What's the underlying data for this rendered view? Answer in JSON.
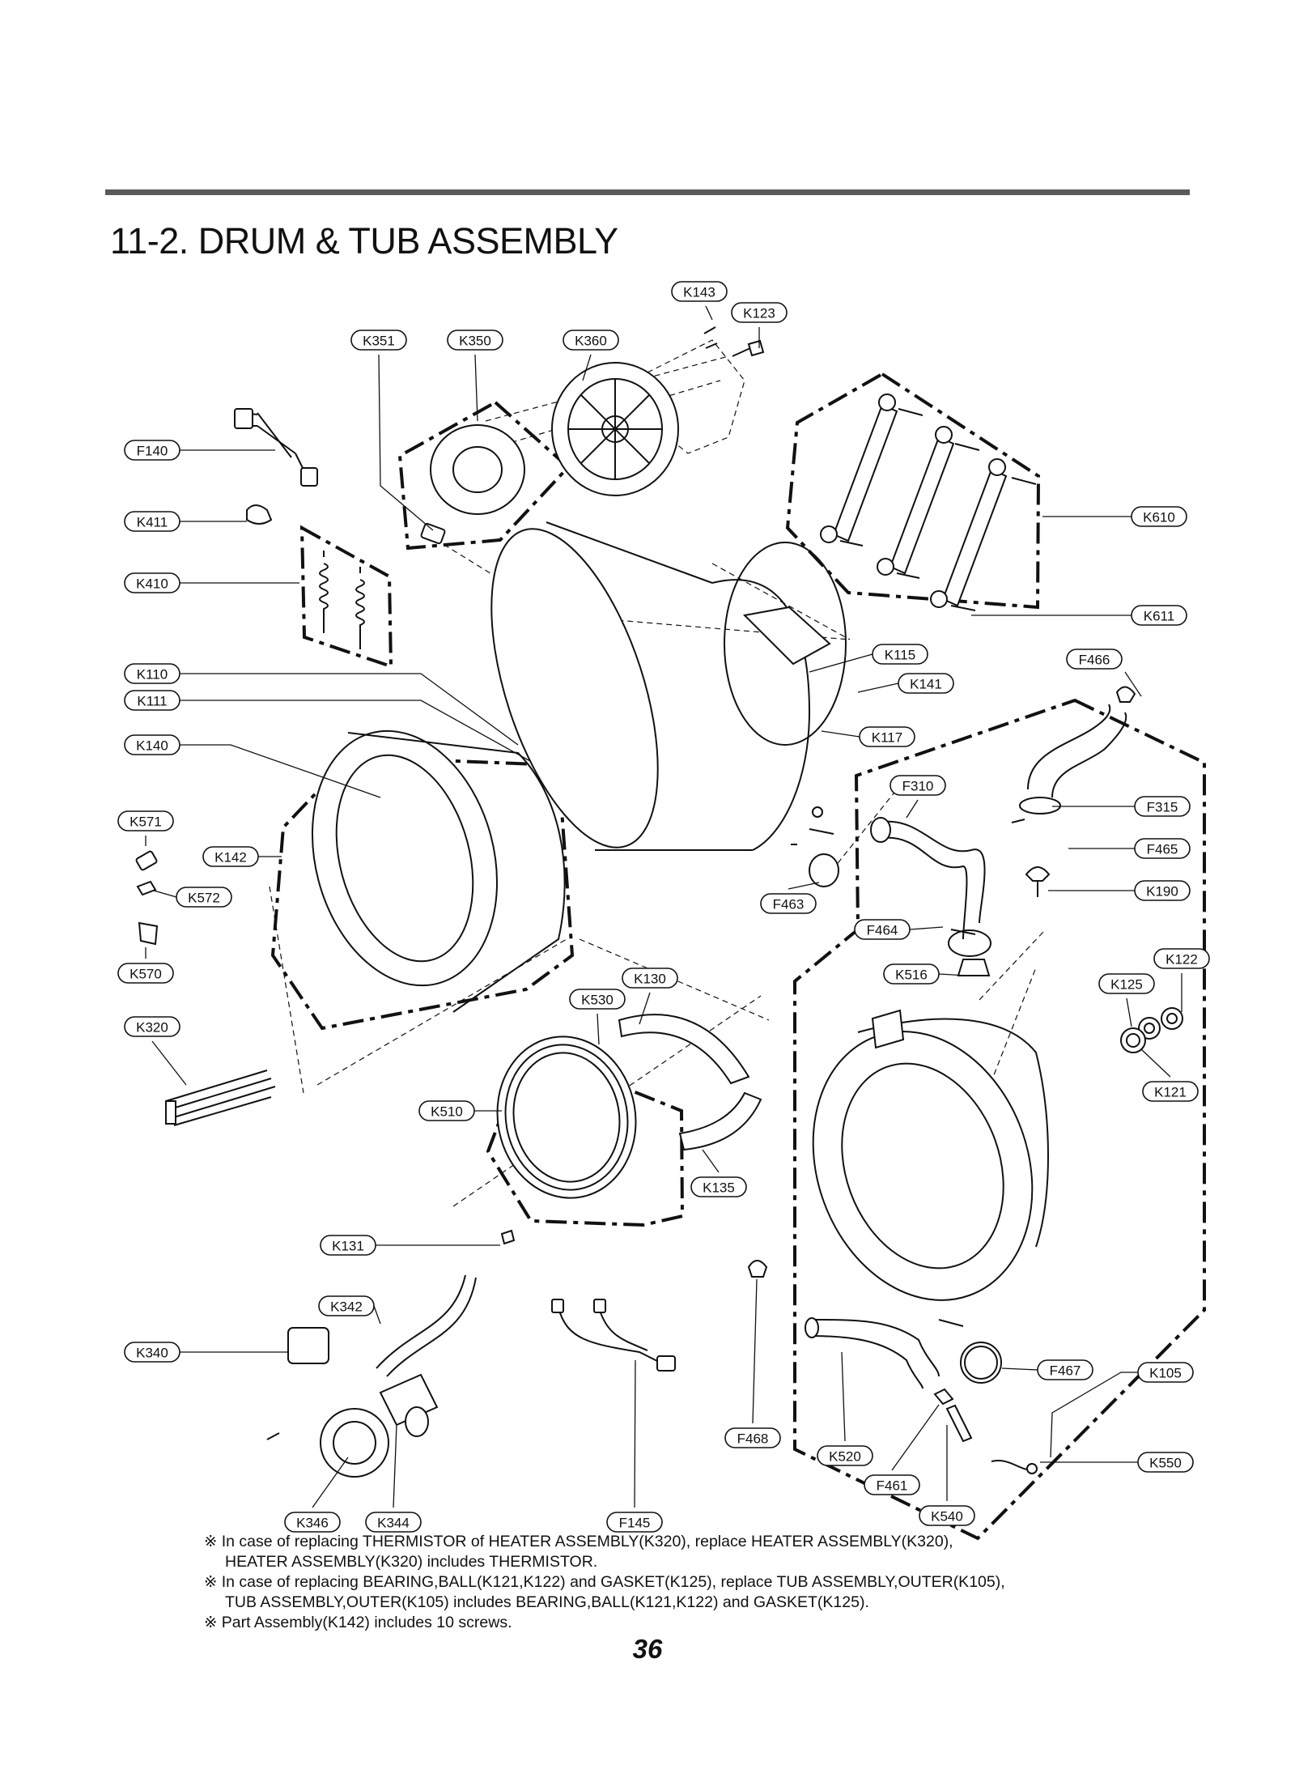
{
  "title": "11-2. DRUM & TUB ASSEMBLY",
  "page_number": "36",
  "parts": [
    "K143",
    "K123",
    "K351",
    "K350",
    "K360",
    "F140",
    "K411",
    "K410",
    "K610",
    "K611",
    "K110",
    "K111",
    "K115",
    "K141",
    "F466",
    "K140",
    "K117",
    "F310",
    "F315",
    "K571",
    "K142",
    "F465",
    "K572",
    "F463",
    "K190",
    "F464",
    "K570",
    "K516",
    "K122",
    "K130",
    "K125",
    "K530",
    "K320",
    "K121",
    "K510",
    "K135",
    "K131",
    "K342",
    "K340",
    "F467",
    "K105",
    "F468",
    "K520",
    "K550",
    "F461",
    "K540",
    "K346",
    "K344",
    "F145"
  ],
  "notes": [
    {
      "line1": "※  In case of replacing THERMISTOR of HEATER ASSEMBLY(K320), replace HEATER ASSEMBLY(K320),",
      "line2": "HEATER ASSEMBLY(K320) includes THERMISTOR."
    },
    {
      "line1": "※  In case of replacing BEARING,BALL(K121,K122) and GASKET(K125), replace TUB ASSEMBLY,OUTER(K105),",
      "line2": "TUB ASSEMBLY,OUTER(K105) includes BEARING,BALL(K121,K122) and GASKET(K125)."
    },
    {
      "line1": "※  Part Assembly(K142) includes 10 screws.",
      "line2": ""
    }
  ]
}
